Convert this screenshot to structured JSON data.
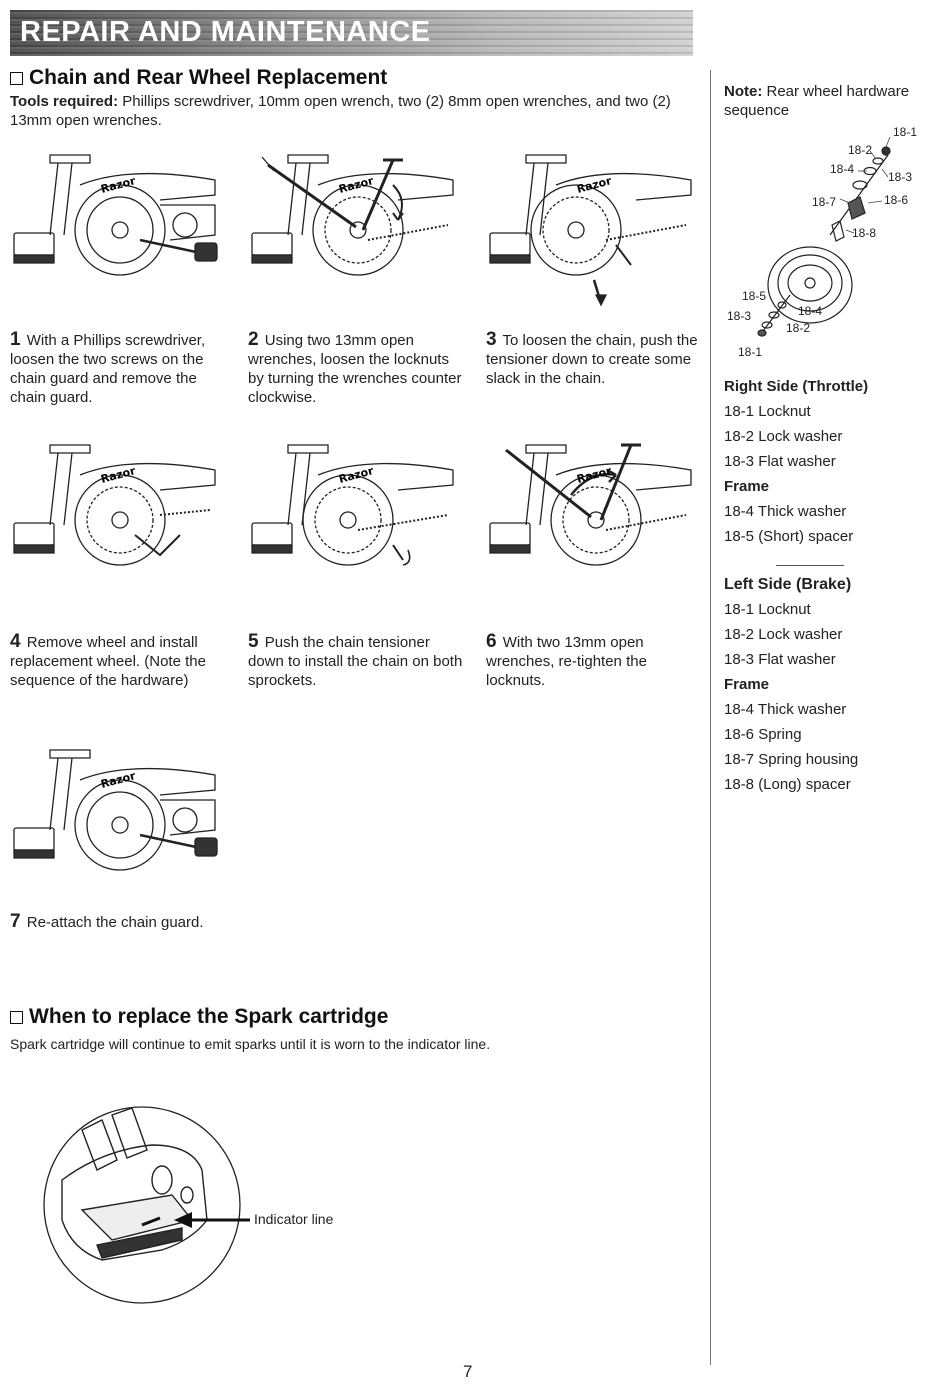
{
  "header": {
    "title": "REPAIR AND MAINTENANCE"
  },
  "chain_section": {
    "heading": "Chain and Rear Wheel Replacement",
    "tools_label": "Tools required:",
    "tools_text": " Phillips screwdriver, 10mm open wrench, two (2) 8mm open wrenches,  and two (2) 13mm open wrenches.",
    "steps": [
      {
        "num": "1",
        "text": " With a Phillips screwdriver, loosen the two screws on the chain guard and remove the chain guard."
      },
      {
        "num": "2",
        "text": " Using two 13mm open wrenches, loosen the locknuts by turning the wrenches counter clockwise."
      },
      {
        "num": "3",
        "text": " To loosen the chain, push the tensioner down to create some slack in the chain."
      },
      {
        "num": "4",
        "text": " Remove wheel and install replacement wheel. (Note the sequence of the hardware)"
      },
      {
        "num": "5",
        "text": " Push the chain tensioner down to install the chain on both sprockets."
      },
      {
        "num": "6",
        "text": " With two 13mm open wrenches, re-tighten the locknuts."
      },
      {
        "num": "7",
        "text": " Re-attach the chain guard."
      }
    ],
    "brand_label": "Razor"
  },
  "spark_section": {
    "heading": "When to replace the Spark cartridge",
    "text": "Spark cartridge will continue to emit sparks until it is worn to the indicator line.",
    "indicator_label": "Indicator line"
  },
  "sidebar": {
    "note_label": "Note:",
    "note_text": " Rear wheel hardware sequence",
    "callouts_top": [
      "18-1",
      "18-2",
      "18-4",
      "18-3",
      "18-7",
      "18-6",
      "18-8"
    ],
    "callouts_bottom": [
      "18-5",
      "18-4",
      "18-3",
      "18-2",
      "18-1"
    ],
    "right_heading": "Right Side (Throttle)",
    "right_items": [
      "18-1 Locknut",
      "18-2 Lock washer",
      "18-3 Flat washer"
    ],
    "right_frame": "Frame",
    "right_items2": [
      "18-4  Thick washer",
      "18-5 (Short) spacer"
    ],
    "left_heading": "Left Side (Brake)",
    "left_items": [
      "18-1 Locknut",
      "18-2 Lock washer",
      "18-3 Flat washer"
    ],
    "left_frame": "Frame",
    "left_items2": [
      "18-4 Thick washer",
      "18-6 Spring",
      "18-7 Spring housing",
      "18-8 (Long) spacer"
    ]
  },
  "footer": {
    "page_number": "7"
  }
}
